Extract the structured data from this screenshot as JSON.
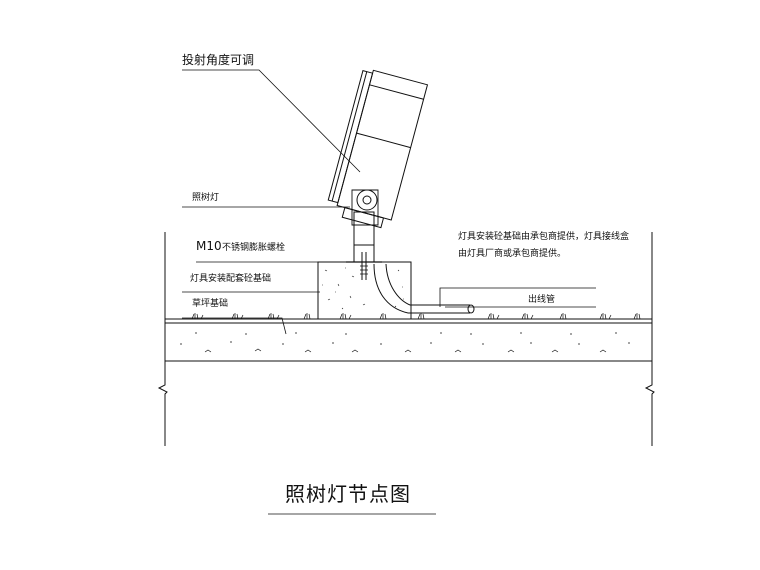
{
  "labels": {
    "angle_note": "投射角度可调",
    "fixture": "照树灯",
    "bolt_size": "M10",
    "bolt_desc": "不锈钢膨胀螺栓",
    "base": "灯具安装配套砼基础",
    "lawn": "草坪基础",
    "note_line1": "灯具安装砼基础由承包商提供，灯具接线盒",
    "note_line2": "由灯具厂商或承包商提供。",
    "conduit": "出线管"
  },
  "title": "照树灯节点图"
}
